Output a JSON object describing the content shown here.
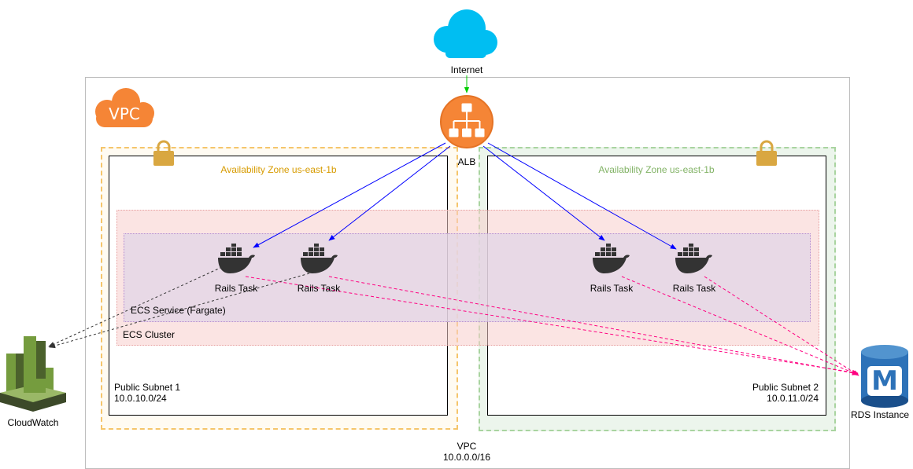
{
  "internet": {
    "label": "Internet"
  },
  "alb": {
    "label": "ALB"
  },
  "vpc": {
    "badge": "VPC",
    "name": "VPC",
    "cidr": "10.0.0.0/16"
  },
  "zones": [
    {
      "title": "Availability Zone us-east-1b",
      "color": "#d79b00"
    },
    {
      "title": "Availability Zone us-east-1b",
      "color": "#82b366"
    }
  ],
  "subnets": [
    {
      "name": "Public Subnet 1",
      "cidr": "10.0.10.0/24"
    },
    {
      "name": "Public Subnet 2",
      "cidr": "10.0.11.0/24"
    }
  ],
  "ecs_service": {
    "label": "ECS Service (Fargate)"
  },
  "ecs_cluster": {
    "label": "ECS Cluster"
  },
  "tasks": [
    {
      "label": "Rails Task"
    },
    {
      "label": "Rails Task"
    },
    {
      "label": "Rails Task"
    },
    {
      "label": "Rails Task"
    }
  ],
  "cloudwatch": {
    "label": "CloudWatch"
  },
  "rds": {
    "label": "RDS Instance",
    "icon_letter": "M"
  },
  "colors": {
    "internet_link": "#00cc00",
    "alb_links": "#0000ff",
    "rds_links": "#ff0080",
    "cloudwatch_links": "#333333",
    "aws_orange": "#f58536",
    "cloud_blue": "#00bef2",
    "docker": "#333333",
    "lock": "#d9a741",
    "rds_blue": "#2d72b8",
    "cloudwatch_green": "#6b8e23"
  }
}
